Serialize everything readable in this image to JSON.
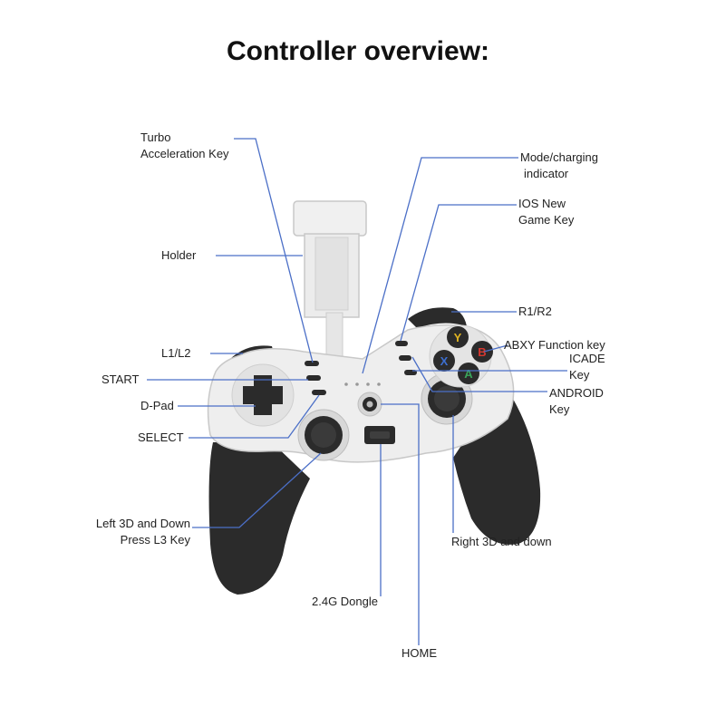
{
  "title": "Controller overview:",
  "labels": {
    "turbo_line1": "Turbo",
    "turbo_line2": "Acceleration Key",
    "holder": "Holder",
    "l1l2": "L1/L2",
    "start": "START",
    "dpad": "D-Pad",
    "select": "SELECT",
    "left3d_line1": "Left 3D and Down",
    "left3d_line2": "Press L3 Key",
    "dongle": "2.4G Dongle",
    "home": "HOME",
    "mode_line1": "Mode/charging",
    "mode_line2": "indicator",
    "ios_line1": "IOS New",
    "ios_line2": "Game Key",
    "r1r2": "R1/R2",
    "abxy": "ABXY Function key",
    "icade_line1": "ICADE",
    "icade_line2": "Key",
    "android_line1": "ANDROID",
    "android_line2": "Key",
    "right3d": "Right 3D and down"
  },
  "buttons": {
    "y": "Y",
    "b": "B",
    "x": "X",
    "a": "A"
  },
  "colors": {
    "leader": "#4b6fc7",
    "body": "#eeeeee",
    "grip": "#2b2b2b",
    "button_y": "#e0b422",
    "button_b": "#d6372f",
    "button_x": "#3d6fd0",
    "button_a": "#3aa55a"
  }
}
